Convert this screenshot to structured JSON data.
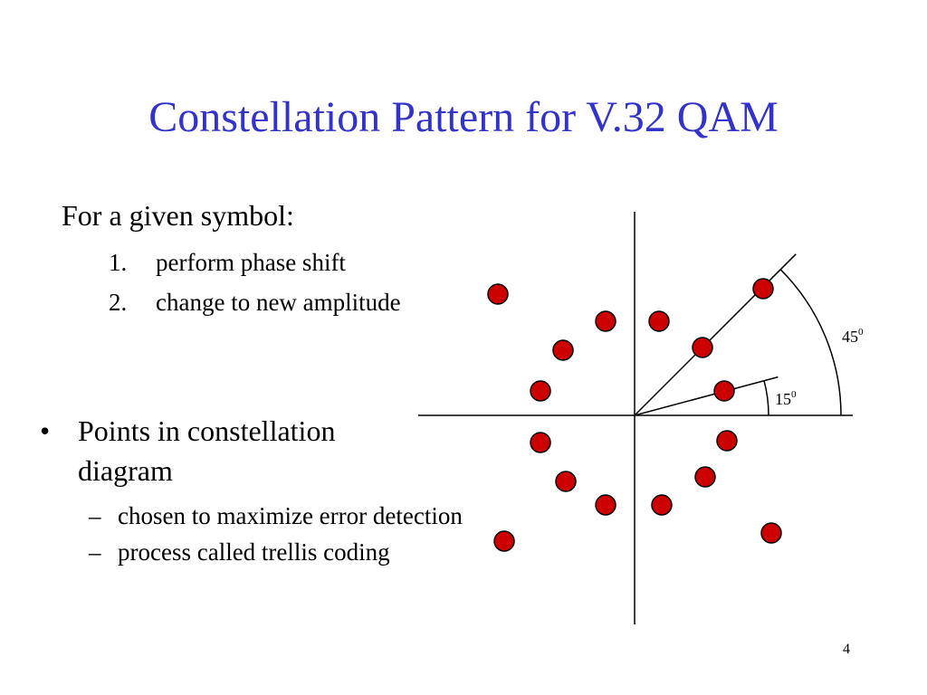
{
  "slide": {
    "title": "Constellation Pattern for V.32 QAM",
    "intro": "For a given symbol:",
    "steps": [
      {
        "number": "1.",
        "text": "perform phase shift"
      },
      {
        "number": "2.",
        "text": "change to new amplitude"
      }
    ],
    "bullet": {
      "marker": "•",
      "text": "Points in constellation diagram",
      "sub_marker": "–",
      "subs": [
        "chosen to maximize error detection",
        "process called trellis coding"
      ]
    },
    "page_number": "4"
  },
  "diagram": {
    "axis_color": "#000000",
    "point_fill": "#cc0000",
    "point_stroke": "#000000",
    "angles": [
      {
        "value": "15",
        "sup": "0",
        "degrees": 15
      },
      {
        "value": "45",
        "sup": "0",
        "degrees": 45
      }
    ]
  }
}
